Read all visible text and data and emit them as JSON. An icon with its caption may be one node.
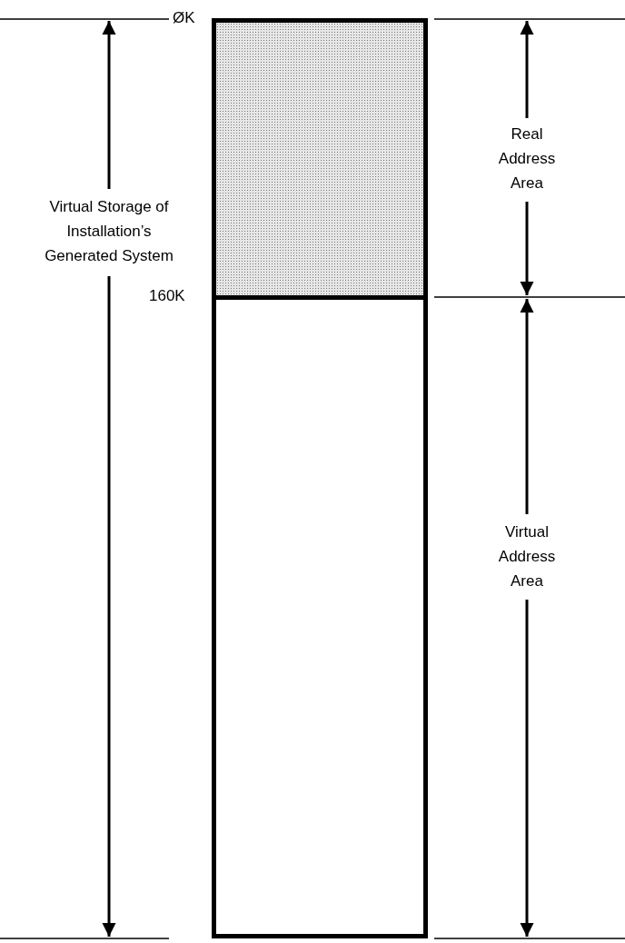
{
  "diagram": {
    "nodes": [
      {
        "text": [],
        "shape": "box"
      },
      {
        "text": [],
        "shape": "box"
      }
    ],
    "labels": [
      "ØK",
      "160K",
      "Virtual Storage of Installation’s Generated System",
      "Real Address Area",
      "Virtual Address Area"
    ]
  }
}
